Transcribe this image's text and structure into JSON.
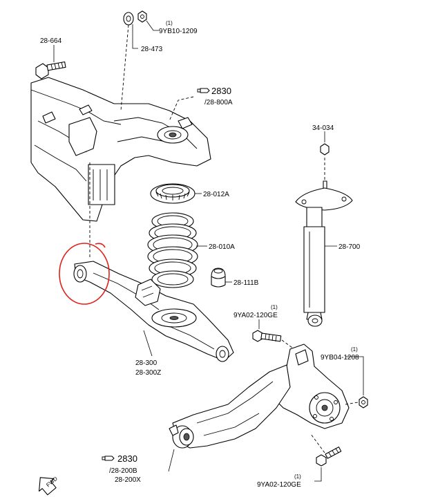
{
  "labels": {
    "p28_664": "28-664",
    "p28_473": "28-473",
    "p9yb10_qty": "(1)",
    "p9yb10": "9YB10-1209",
    "ref2830_top": "2830",
    "p28_800a": "/28-800A",
    "p34_034": "34-034",
    "p28_012a": "28-012A",
    "p28_010a": "28-010A",
    "p28_700": "28-700",
    "p28_111b": "28-111B",
    "p9ya02_top_qty": "(1)",
    "p9ya02_top": "9YA02-120GE",
    "p9yb04_qty": "(1)",
    "p9yb04": "9YB04-1208",
    "p28_300": "28-300",
    "p28_300z": "28-300Z",
    "ref2830_bottom": "2830",
    "p28_200b": "/28-200B",
    "p28_200x": "28-200X",
    "p9ya02_bot_qty": "(1)",
    "p9ya02_bot": "9YA02-120GE",
    "fwd": "FWD"
  },
  "colors": {
    "highlight_circle": "#e0201a",
    "line": "#000000",
    "background": "#ffffff"
  },
  "icons": {
    "reference_arrow": "pointing-hand-icon",
    "front_direction": "fwd-arrow-icon"
  }
}
